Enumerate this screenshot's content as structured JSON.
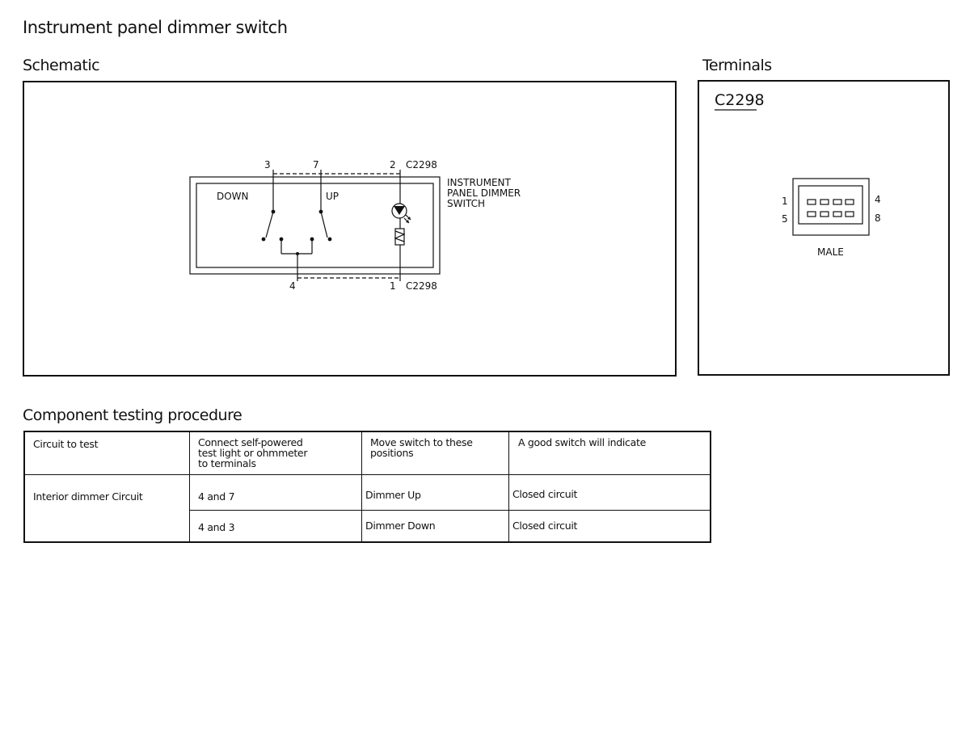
{
  "page": {
    "title": "Instrument panel dimmer switch"
  },
  "schematic": {
    "heading": "Schematic",
    "pins_top": [
      "3",
      "7",
      "2"
    ],
    "connector_top": "C2298",
    "pins_bottom": [
      "4",
      "1"
    ],
    "connector_bottom": "C2298",
    "label_down": "DOWN",
    "label_up": "UP",
    "component_label": [
      "INSTRUMENT",
      "PANEL DIMMER",
      "SWITCH"
    ]
  },
  "terminals": {
    "heading": "Terminals",
    "connector": "C2298",
    "pin_labels": {
      "top_left": "1",
      "bottom_left": "5",
      "top_right": "4",
      "bottom_right": "8"
    },
    "gender": "MALE"
  },
  "procedure": {
    "heading": "Component testing procedure",
    "headers": [
      "Circuit to test",
      "Connect self-powered\ntest light or ohmmeter\nto terminals",
      "Move switch to these\npositions",
      "A good switch will indicate"
    ],
    "circuit": "Interior dimmer Circuit",
    "rows": [
      {
        "terminals": "4 and 7",
        "position": "Dimmer Up",
        "result": "Closed circuit"
      },
      {
        "terminals": "4 and 3",
        "position": "Dimmer Down",
        "result": "Closed circuit"
      }
    ]
  }
}
